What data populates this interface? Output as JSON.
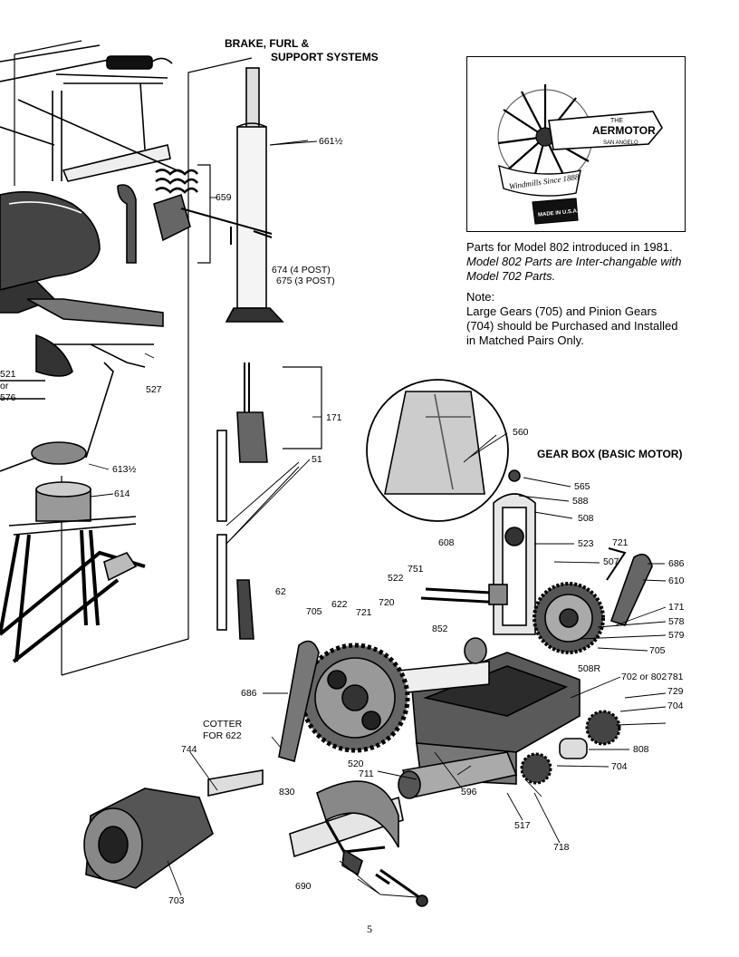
{
  "headings": {
    "brake_furl": "BRAKE, FURL &",
    "support_systems": "SUPPORT SYSTEMS",
    "gear_box": "GEAR BOX (BASIC MOTOR)"
  },
  "logo": {
    "brand": "AERMOTOR",
    "company_line": "THE",
    "location": "SAN ANGELO",
    "banner": "Windmills Since 1888",
    "made_in": "MADE IN U.S.A."
  },
  "notes": {
    "parts_line1": "Parts for Model 802 introduced in 1981.",
    "parts_line2": "Model 802 Parts are Inter-changable with Model 702 Parts.",
    "note_heading": "Note:",
    "note_body": "Large Gears (705) and Pinion Gears (704) should be Purchased and Installed in Matched Pairs Only."
  },
  "labels": [
    "661½",
    "659",
    "674 (4 POST)",
    "675 (3 POST)",
    "527",
    "521",
    "or",
    "576",
    "171",
    "51",
    "613½",
    "614",
    "62",
    "560",
    "565",
    "588",
    "508",
    "523",
    "721",
    "686",
    "610",
    "507",
    "608",
    "751",
    "522",
    "720",
    "852",
    "171",
    "578",
    "579",
    "705",
    "705",
    "622",
    "721",
    "686",
    "508R",
    "702 or 802",
    "781",
    "729",
    "704",
    "808",
    "704",
    "COTTER",
    "FOR 622",
    "744",
    "520",
    "711",
    "596",
    "830",
    "517",
    "718",
    "703",
    "690"
  ],
  "page_number": "5"
}
